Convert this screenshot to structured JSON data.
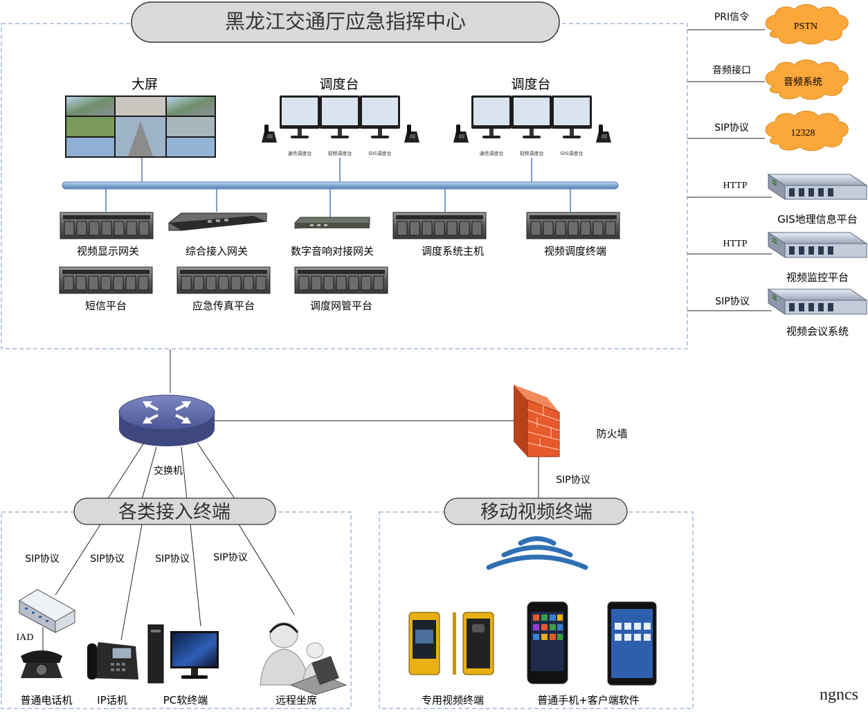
{
  "center": {
    "title": "黑龙江交通厅应急指挥中心",
    "big_screen": "大屏",
    "console_1": "调度台",
    "console_2": "调度台",
    "monitor_labels": [
      "通信调度台",
      "视频调度台",
      "GIS调度台"
    ]
  },
  "devices": {
    "video_display_gateway": "视频显示网关",
    "integrated_access_gateway": "综合接入网关",
    "digital_audio_gateway": "数字音响对接网关",
    "dispatch_host": "调度系统主机",
    "video_dispatch_terminal": "视频调度终端",
    "sms_platform": "短信平台",
    "emergency_fax": "应急传真平台",
    "dispatch_nms": "调度网管平台"
  },
  "external": {
    "pri_label": "PRI信令",
    "pstn": "PSTN",
    "audio_if_label": "音频接口",
    "audio_system": "音频系统",
    "sip_label_1": "SIP协议",
    "hotline": "12328",
    "http_label_1": "HTTP",
    "gis_platform": "GIS地理信息平台",
    "http_label_2": "HTTP",
    "video_monitor_platform": "视频监控平台",
    "sip_label_2": "SIP协议",
    "video_conference": "视频会议系统"
  },
  "network": {
    "switch": "交换机",
    "firewall": "防火墙",
    "firewall_sip": "SIP协议"
  },
  "access": {
    "title": "各类接入终端",
    "sip_1": "SIP协议",
    "sip_2": "SIP协议",
    "sip_3": "SIP协议",
    "sip_4": "SIP协议",
    "iad": "IAD",
    "phone": "普通电话机",
    "ip_phone": "IP话机",
    "pc_client": "PC软终端",
    "remote_seat": "远程坐席"
  },
  "mobile": {
    "title": "移动视频终端",
    "dedicated_terminal": "专用视频终端",
    "phone_client": "普通手机+客户端软件"
  },
  "watermark": "ngncs",
  "colors": {
    "dash_border": "#8aa6cc",
    "bus": "#8fb4d9",
    "pill_fill": "#d9d9d9",
    "cloud": "#fba73a",
    "switch": "#5b67a6",
    "firewall": "#e65a2b",
    "wifi": "#2f6fb3"
  }
}
